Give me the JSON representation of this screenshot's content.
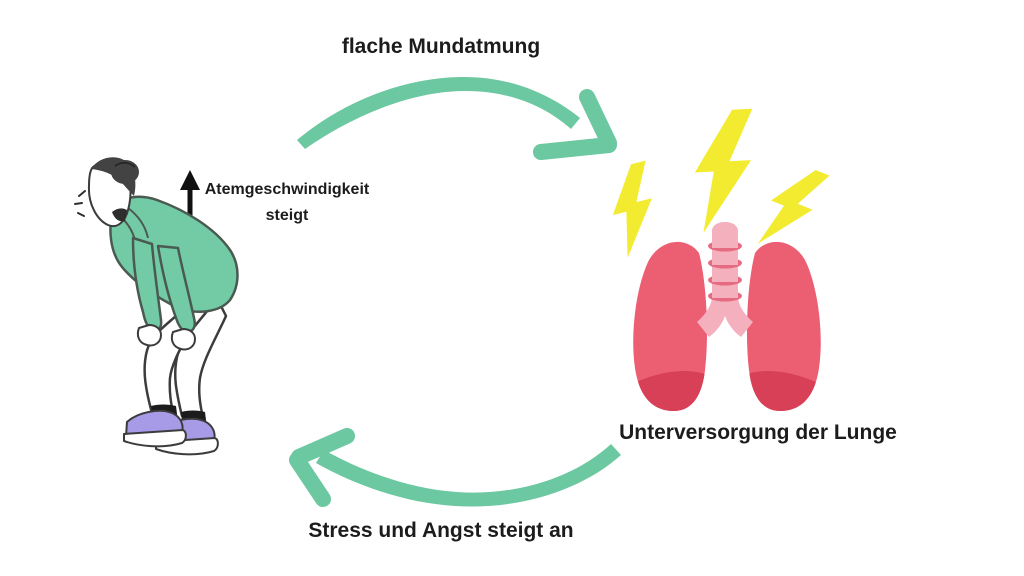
{
  "diagram": {
    "title_implicit": "Breathing stress cycle",
    "labels": {
      "top": "flache Mundatmung",
      "breath": "Atemgeschwindigkeit\nsteigt",
      "lungs": "Unterversorgung der Lunge",
      "bottom": "Stress und Angst steigt an"
    },
    "illustrations": [
      {
        "name": "person-bent-over-illustration",
        "description": "exhausted person bent forward, hands on knees, green hoodie, hair bun, purple sneakers"
      },
      {
        "name": "lungs-illustration",
        "description": "pink-red lungs with trachea"
      },
      {
        "name": "lightning-bolt-icon",
        "count": 3,
        "description": "yellow lightning bolts above lungs"
      },
      {
        "name": "up-arrow-icon",
        "description": "black arrow pointing up next to breath label"
      },
      {
        "name": "cycle-arrow-top",
        "description": "green hand-drawn arrow curving left to right"
      },
      {
        "name": "cycle-arrow-bottom",
        "description": "green hand-drawn arrow curving right to left"
      }
    ]
  },
  "colors": {
    "arrow_green": "#6cc8a1",
    "hoodie_green": "#72cba4",
    "text": "#1c1c1c",
    "lightning_yellow": "#f3eb2f",
    "lung_red": "#ec5e72",
    "lung_dark_red": "#d84058",
    "trachea_pink": "#f5b0bd",
    "trachea_ring_pink": "#e66a82",
    "shoe_purple": "#a79ae7",
    "hair_dark": "#434343",
    "outline": "#3c3c3c",
    "background": "#ffffff"
  }
}
